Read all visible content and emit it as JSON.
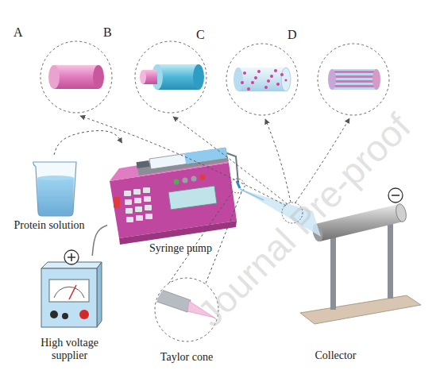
{
  "diagram": {
    "nodes": [
      {
        "text": [
          "A"
        ]
      },
      {
        "text": [
          "B"
        ]
      },
      {
        "text": [
          "C"
        ]
      },
      {
        "text": [
          "D"
        ]
      },
      {
        "text": [
          "Protein solution"
        ]
      },
      {
        "text": [
          "Syringe pump"
        ]
      },
      {
        "text": [
          "High voltage supplier"
        ]
      },
      {
        "text": [
          "Taylor cone"
        ]
      },
      {
        "text": [
          "Collector"
        ]
      }
    ],
    "edges": [
      {
        "from": 4,
        "to": 5,
        "arrow": "to"
      },
      {
        "from": 6,
        "to": 5,
        "arrow": "none"
      }
    ],
    "labels": [
      "Journal Pre-proof"
    ]
  }
}
